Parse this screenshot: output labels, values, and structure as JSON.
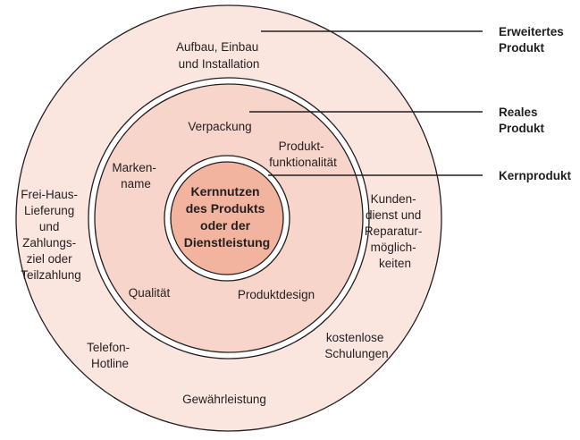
{
  "colors": {
    "outer_fill": "#fbe6df",
    "middle_fill": "#f8d5ca",
    "core_fill": "#f2b39f",
    "stroke": "#231f20",
    "text": "#231f20"
  },
  "outer_ring": {
    "labels": {
      "aufbau": [
        "Aufbau, Einbau",
        "und Installation"
      ],
      "frei_haus": [
        "Frei-Haus-",
        "Lieferung",
        "und",
        "Zahlungs-",
        "ziel oder",
        "Teilzahlung"
      ],
      "kundendienst": [
        "Kunden-",
        "dienst und",
        "Reparatur-",
        "möglich-",
        "keiten"
      ],
      "telefon": [
        "Telefon-",
        "Hotline"
      ],
      "schulungen": [
        "kostenlose",
        "Schulungen"
      ],
      "gewaehr": [
        "Gewährleistung"
      ]
    }
  },
  "middle_ring": {
    "labels": {
      "verpackung": [
        "Verpackung"
      ],
      "markenname": [
        "Marken-",
        "name"
      ],
      "funktionalitaet": [
        "Produkt-",
        "funktionalität"
      ],
      "qualitaet": [
        "Qualität"
      ],
      "design": [
        "Produktdesign"
      ]
    }
  },
  "core": {
    "lines": [
      "Kernnutzen",
      "des Produkts",
      "oder der",
      "Dienstleistung"
    ]
  },
  "side_labels": {
    "erweitertes": [
      "Erweitertes",
      "Produkt"
    ],
    "reales": [
      "Reales",
      "Produkt"
    ],
    "kern": [
      "Kernprodukt"
    ]
  }
}
